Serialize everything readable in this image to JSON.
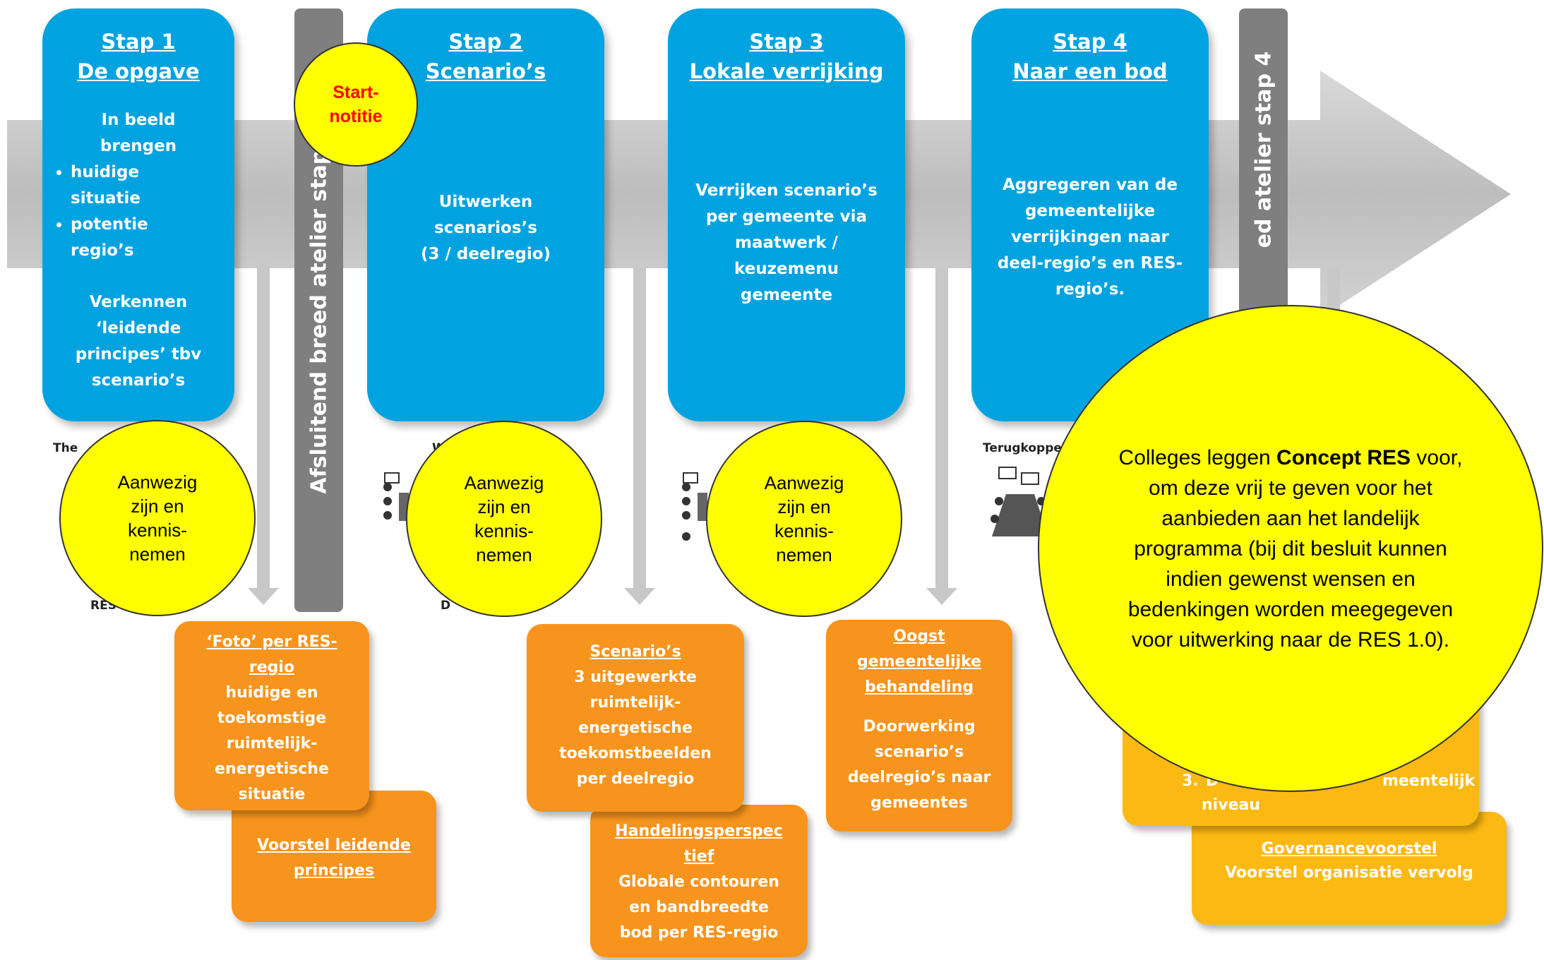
{
  "colors": {
    "step_blue": "#00a3e0",
    "deliverable_orange": "#f7941d",
    "deliverable_gold": "#fdb913",
    "highlight_yellow": "#ffff00",
    "arrow_grey": "#c0c0c0",
    "bar_grey": "#7f7f7f"
  },
  "steps": [
    {
      "title": "Stap 1",
      "subtitle": "De opgave",
      "lines": [
        "In beeld",
        "brengen"
      ],
      "bullets": [
        "huidige situatie",
        "potentie regio’s"
      ],
      "extra": [
        "Verkennen",
        "‘leidende",
        "principes’ tbv",
        "scenario’s"
      ]
    },
    {
      "title": "Stap 2",
      "subtitle": "Scenario’s",
      "lines": [
        "Uitwerken",
        "scenarios’s",
        "(3 / deelregio)"
      ]
    },
    {
      "title": "Stap 3",
      "subtitle": "Lokale verrijking",
      "lines": [
        "Verrijken scenario’s",
        "per gemeente via",
        "maatwerk /",
        "keuzemenu",
        "gemeente"
      ]
    },
    {
      "title": "Stap 4",
      "subtitle": "Naar een bod",
      "lines": [
        "Aggregeren van de",
        "gemeentelijke",
        "verrijkingen naar",
        "deel-regio’s en RES-",
        "regio’s."
      ]
    }
  ],
  "bars": [
    {
      "label": "Afsluitend breed atelier stap 1"
    },
    {
      "label": "ed atelier stap 4"
    }
  ],
  "start_notitie": [
    "Start-",
    "notitie"
  ],
  "attendance_circles": [
    {
      "lines": [
        "Aanwezig",
        "zijn en",
        "kennis-",
        "nemen"
      ]
    },
    {
      "lines": [
        "Aanwezig",
        "zijn en",
        "kennis-",
        "nemen"
      ]
    },
    {
      "lines": [
        "Aanwezig",
        "zijn en",
        "kennis-",
        "nemen"
      ]
    }
  ],
  "big_circle": {
    "pre": "Colleges leggen ",
    "bold": "Concept RES",
    "post": " voor, om deze vrij te geven voor het aanbieden aan het landelijk programma (bij dit besluit kunnen indien gewenst wensen en bedenkingen worden meegegeven voor uitwerking naar de RES 1.0)."
  },
  "partial_labels": {
    "the": "The",
    "res": "RES",
    "w": "W",
    "d2": "D",
    "terug": "Terugkoppeli",
    "de": "De"
  },
  "deliverables": {
    "foto": {
      "title": [
        "‘Foto’ per RES-",
        "regio"
      ],
      "lines": [
        "huidige en",
        "toekomstige",
        "ruimtelijk-",
        "energetische",
        "situatie"
      ]
    },
    "voorstel": {
      "title": [
        "Voorstel leidende",
        "principes"
      ]
    },
    "scenarios": {
      "title": [
        "Scenario’s"
      ],
      "lines": [
        "3 uitgewerkte",
        "ruimtelijk-",
        "energetische",
        "toekomstbeelden",
        "per deelregio"
      ]
    },
    "handeling": {
      "title": [
        "Handelingsperspec",
        "tief"
      ],
      "lines": [
        "Globale contouren",
        "en bandbreedte",
        "bod per RES-regio"
      ]
    },
    "oogst": {
      "title": [
        "Oogst",
        "gemeentelijke",
        "behandeling"
      ],
      "lines": [
        "Doorwerking",
        "scenario’s",
        "deelregio’s naar",
        "gemeentes"
      ]
    },
    "gold1": {
      "num": "3.",
      "text_left": "D",
      "text_right": "meentelijk",
      "line2": "niveau"
    },
    "gold2": {
      "title": "Governancevoorstel",
      "line": "Voorstel organisatie vervolg"
    }
  }
}
